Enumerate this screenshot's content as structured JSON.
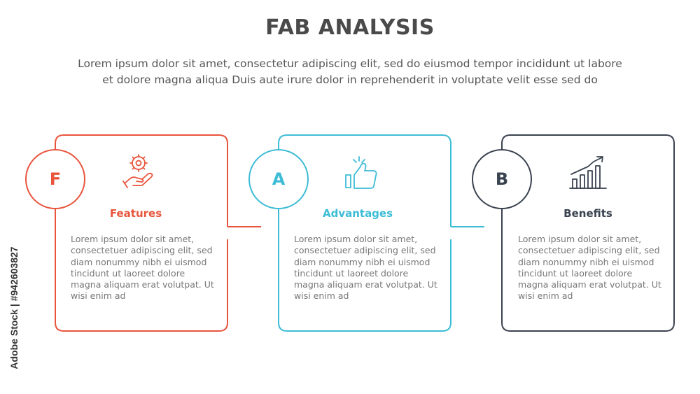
{
  "title": "FAB ANALYSIS",
  "subtitle_line1": "Lorem ipsum dolor sit amet, consectetur adipiscing elit, sed do eiusmod tempor incididunt ut labore",
  "subtitle_line2": "et dolore magna aliqua Duis aute irure dolor in reprehenderit in voluptate velit esse sed do",
  "items": [
    {
      "letter": "F",
      "heading": "Features",
      "icon": "gear-on-hand-icon",
      "color": "#e8553c",
      "text": "Lorem ipsum dolor sit amet, consectetuer adipiscing elit, sed diam nonummy nibh ei uismod tincidunt ut laoreet dolore magna aliquam erat volutpat. Ut wisi enim ad"
    },
    {
      "letter": "A",
      "heading": "Advantages",
      "icon": "thumbs-up-icon",
      "color": "#3dbcd6",
      "text": "Lorem ipsum dolor sit amet, consectetuer adipiscing elit, sed diam nonummy nibh ei uismod tincidunt ut laoreet dolore magna aliquam erat volutpat. Ut wisi enim ad"
    },
    {
      "letter": "B",
      "heading": "Benefits",
      "icon": "growth-chart-icon",
      "color": "#3a4350",
      "text": "Lorem ipsum dolor sit amet, consectetuer adipiscing elit, sed diam nonummy nibh ei uismod tincidunt ut laoreet dolore magna aliquam erat volutpat. Ut wisi enim ad"
    }
  ],
  "watermark": "Adobe Stock | #942603827"
}
